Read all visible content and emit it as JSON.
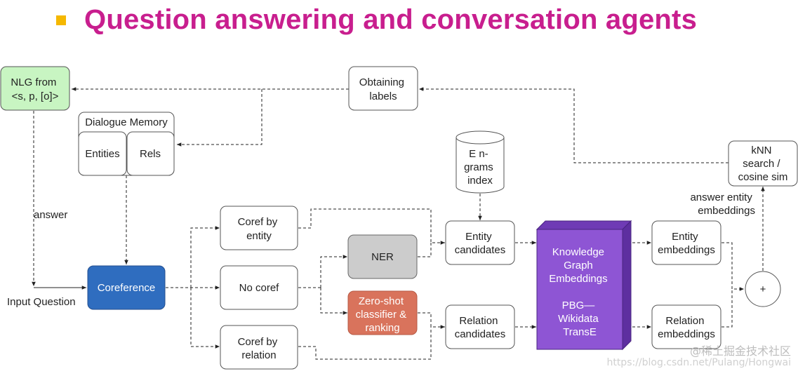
{
  "title": "Question answering and conversation agents",
  "nodes": {
    "nlg": [
      "NLG from",
      "<s, p, [o]>"
    ],
    "obtaining_labels": [
      "Obtaining",
      "labels"
    ],
    "dialogue_memory": [
      "Dialogue Memory"
    ],
    "entities": [
      "Entities"
    ],
    "rels": [
      "Rels"
    ],
    "engrams": [
      "E n-",
      "grams",
      "index"
    ],
    "knn": [
      "kNN",
      "search /",
      "cosine sim"
    ],
    "coref_entity": [
      "Coref by",
      "entity"
    ],
    "no_coref": [
      "No coref"
    ],
    "coref_relation": [
      "Coref by",
      "relation"
    ],
    "ner": [
      "NER"
    ],
    "zero_shot": [
      "Zero-shot",
      "classifier &",
      "ranking"
    ],
    "entity_candidates": [
      "Entity",
      "candidates"
    ],
    "relation_candidates": [
      "Relation",
      "candidates"
    ],
    "kge": [
      "Knowledge",
      "Graph",
      "Embeddings",
      "",
      "PBG—",
      "Wikidata",
      "TransE"
    ],
    "entity_embeddings": [
      "Entity",
      "embeddings"
    ],
    "relation_embeddings": [
      "Relation",
      "embeddings"
    ],
    "plus": [
      "+"
    ],
    "coreference": [
      "Coreference"
    ]
  },
  "labels": {
    "answer": "answer",
    "input_question": "Input Question",
    "answer_entity_embeddings": [
      "answer entity",
      "embeddings"
    ]
  },
  "watermark": {
    "line1": "@稀土掘金技术社区",
    "line2": "https://blog.csdn.net/Pulang/Hongwai"
  },
  "colors": {
    "title": "#c81e8e",
    "bullet": "#f5b800",
    "nlg_fill": "#c8f5c2",
    "coreference_fill": "#2f6dbf",
    "ner_fill": "#cccccc",
    "zero_shot_fill": "#d9735c",
    "kge_fill": "#8e55d4"
  }
}
